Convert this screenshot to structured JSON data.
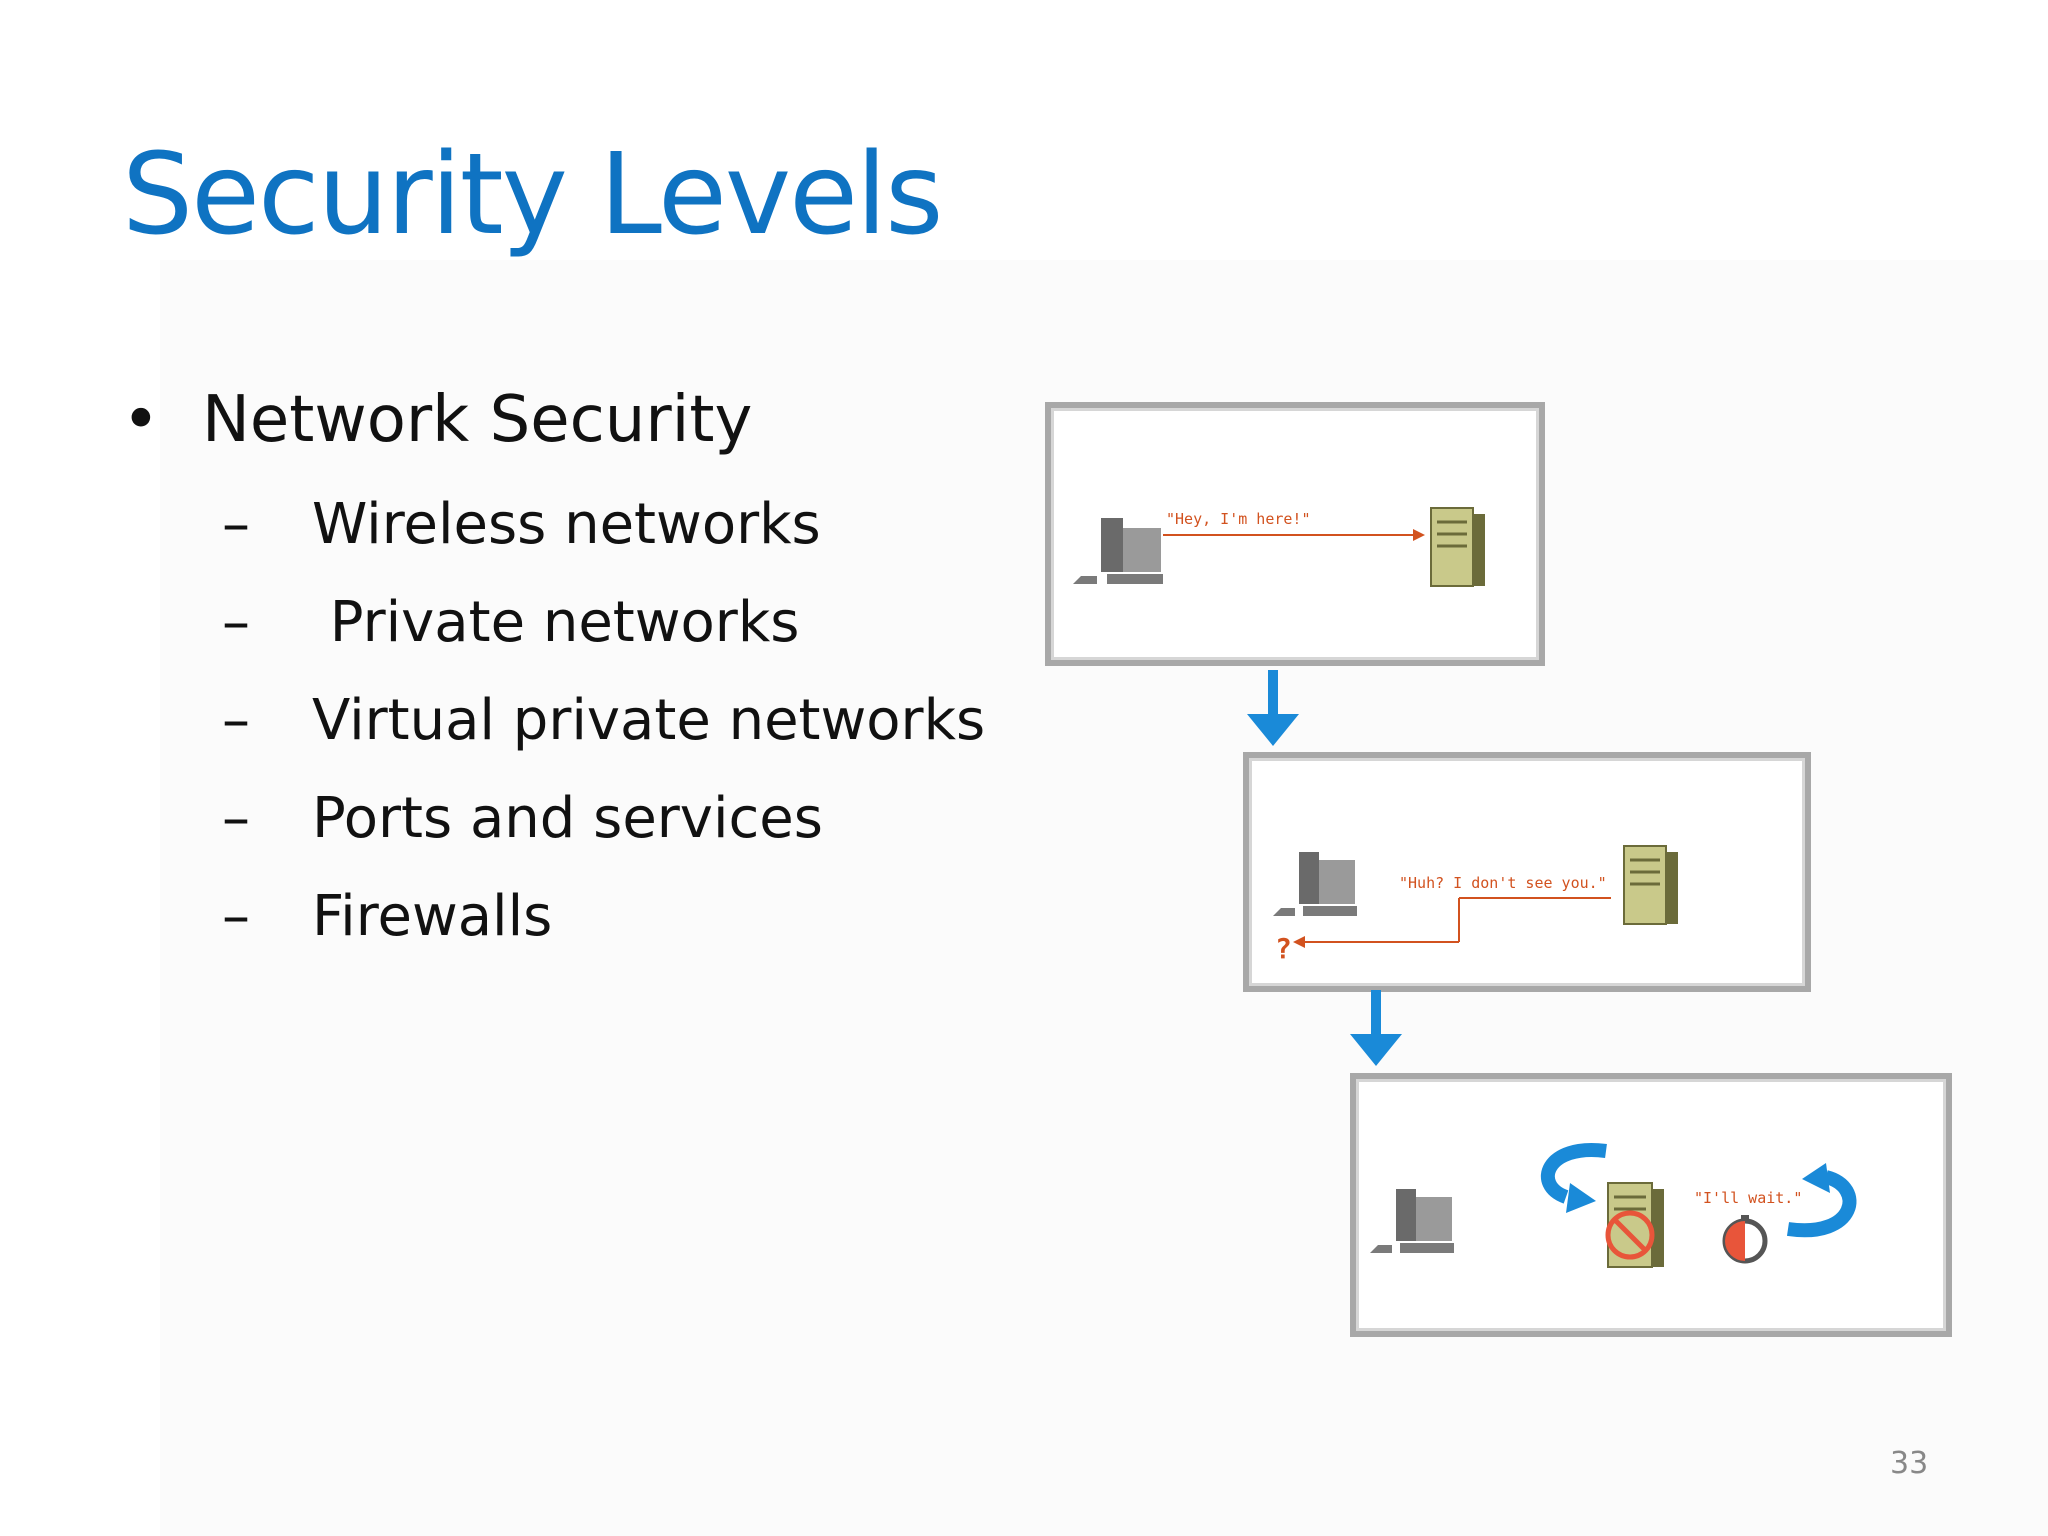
{
  "slide": {
    "title": "Security Levels",
    "bullet": {
      "symbol": "•",
      "label": "Network Security"
    },
    "sub_items": [
      {
        "dash": "–",
        "label": "Wireless networks"
      },
      {
        "dash": "–",
        "label": " Private networks"
      },
      {
        "dash": "–",
        "label": "Virtual private networks"
      },
      {
        "dash": "–",
        "label": "Ports and services"
      },
      {
        "dash": "–",
        "label": "Firewalls"
      }
    ],
    "page_number": "33"
  },
  "diagram": {
    "panel1_message": "\"Hey, I'm here!\"",
    "panel2_message": "\"Huh? I don't see you.\"",
    "panel2_question": "?",
    "panel3_message": "\"I'll wait.\""
  },
  "colors": {
    "title": "#0f73c2",
    "arrow": "#1a8ad8",
    "message": "#d2521f",
    "server": "#c9c98a",
    "computer": "#6a6a6a",
    "block": "#e8553a"
  }
}
